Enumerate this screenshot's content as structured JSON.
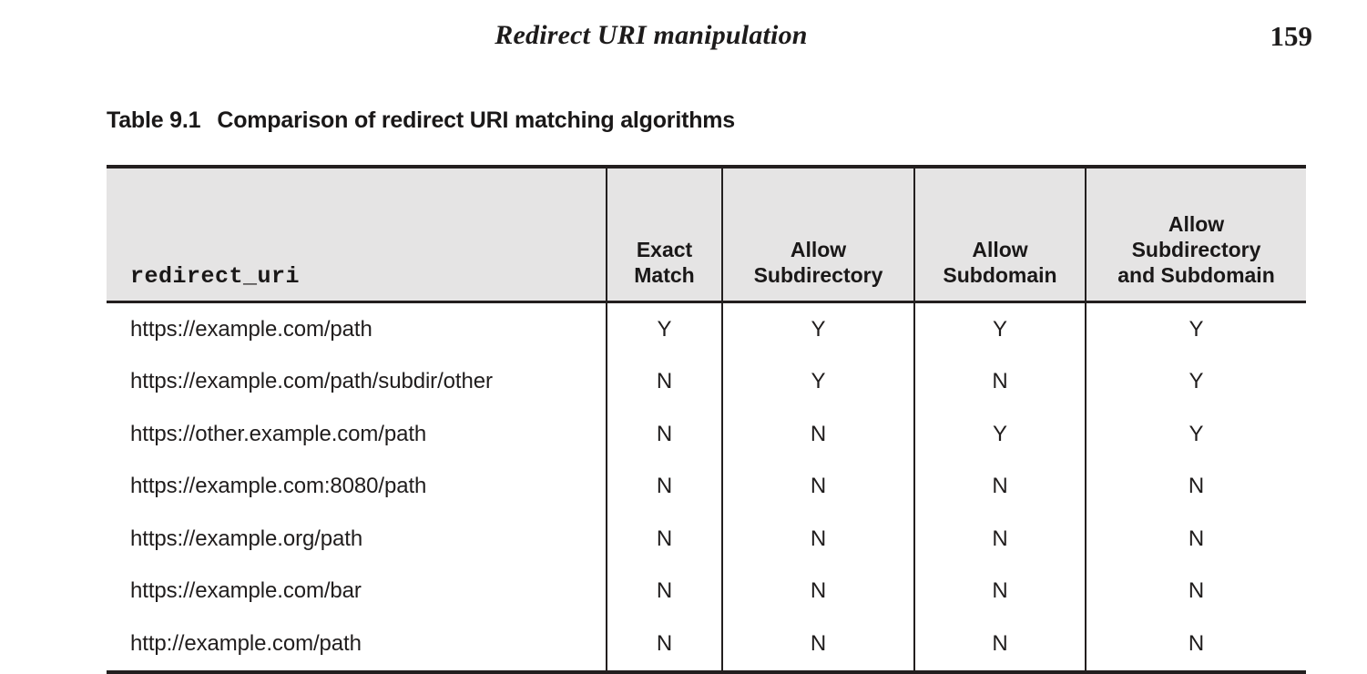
{
  "page": {
    "running_head": "Redirect URI manipulation",
    "folio": "159"
  },
  "caption": {
    "number": "Table 9.1",
    "title": "Comparison of redirect URI matching algorithms"
  },
  "colors": {
    "header_background": "#e5e4e4",
    "rule": "#231f1f",
    "text": "#201d1d",
    "page_background": "#ffffff"
  },
  "table": {
    "columns": [
      "redirect_uri",
      "Exact Match",
      "Allow Subdirectory",
      "Allow Subdomain",
      "Allow Subdirectory and Subdomain"
    ],
    "column_lines": [
      [
        "redirect_uri"
      ],
      [
        "Exact",
        "Match"
      ],
      [
        "Allow",
        "Subdirectory"
      ],
      [
        "Allow",
        "Subdomain"
      ],
      [
        "Allow",
        "Subdirectory",
        "and Subdomain"
      ]
    ],
    "rows": [
      {
        "uri": "https://example.com/path",
        "exact_match": "Y",
        "allow_subdirectory": "Y",
        "allow_subdomain": "Y",
        "allow_subdirectory_and_subdomain": "Y"
      },
      {
        "uri": "https://example.com/path/subdir/other",
        "exact_match": "N",
        "allow_subdirectory": "Y",
        "allow_subdomain": "N",
        "allow_subdirectory_and_subdomain": "Y"
      },
      {
        "uri": "https://other.example.com/path",
        "exact_match": "N",
        "allow_subdirectory": "N",
        "allow_subdomain": "Y",
        "allow_subdirectory_and_subdomain": "Y"
      },
      {
        "uri": "https://example.com:8080/path",
        "exact_match": "N",
        "allow_subdirectory": "N",
        "allow_subdomain": "N",
        "allow_subdirectory_and_subdomain": "N"
      },
      {
        "uri": "https://example.org/path",
        "exact_match": "N",
        "allow_subdirectory": "N",
        "allow_subdomain": "N",
        "allow_subdirectory_and_subdomain": "N"
      },
      {
        "uri": "https://example.com/bar",
        "exact_match": "N",
        "allow_subdirectory": "N",
        "allow_subdomain": "N",
        "allow_subdirectory_and_subdomain": "N"
      },
      {
        "uri": "http://example.com/path",
        "exact_match": "N",
        "allow_subdirectory": "N",
        "allow_subdomain": "N",
        "allow_subdirectory_and_subdomain": "N"
      }
    ]
  }
}
